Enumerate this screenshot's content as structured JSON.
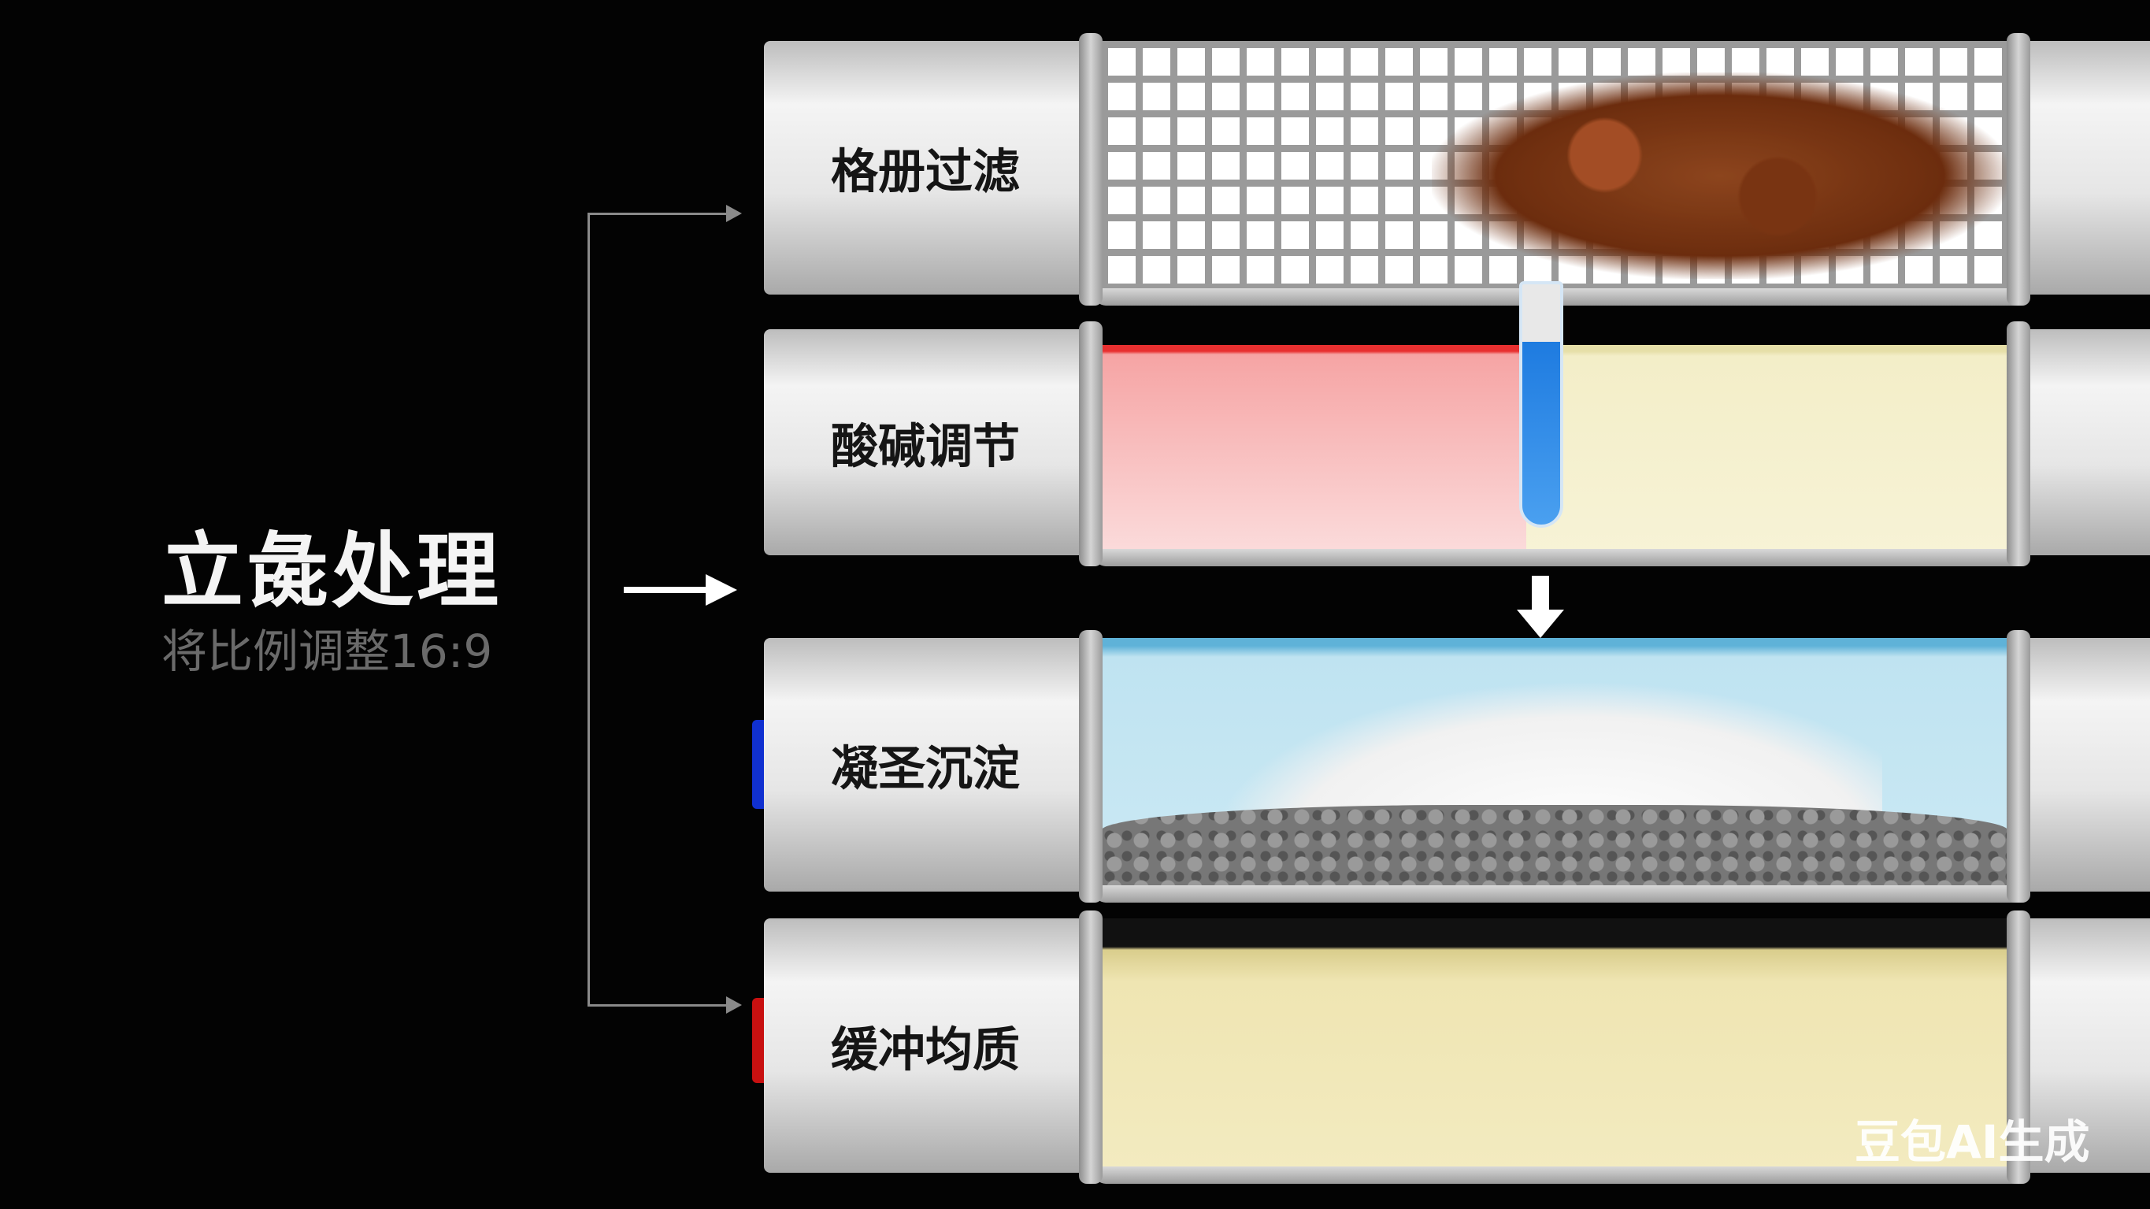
{
  "title": "立彘处理",
  "subtitle": "将比例调整16:9",
  "stages": [
    {
      "label": "格册过滤"
    },
    {
      "label": "酸碱调节"
    },
    {
      "label": "凝圣沉淀"
    },
    {
      "label": "缓冲均质"
    }
  ],
  "watermark": "豆包AI生成",
  "colors": {
    "background": "#030303",
    "acid": "#f7b8b8",
    "base": "#f3eec8",
    "water": "#bfe3f1",
    "buffer": "#efe5b2",
    "tube": "#1e7be0"
  }
}
